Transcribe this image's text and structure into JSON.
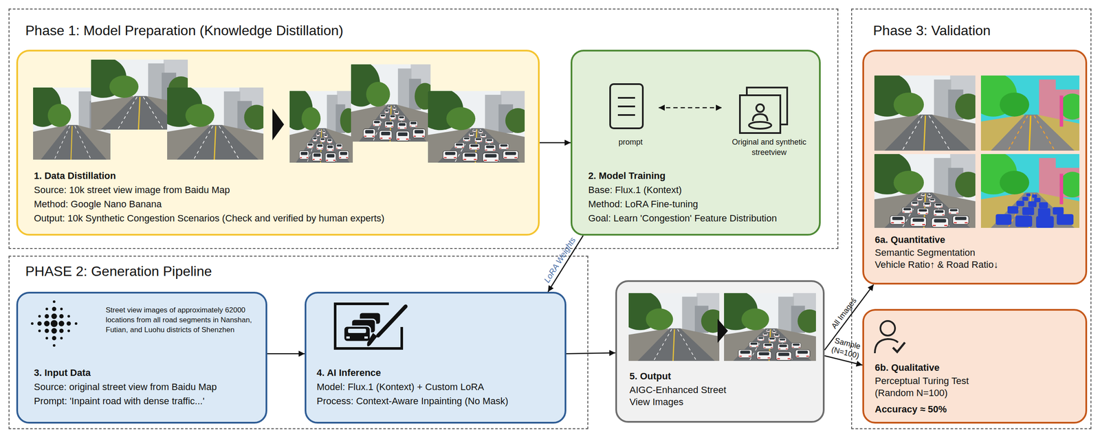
{
  "diagram": {
    "nodes": [
      {
        "text": [
          "Phase 1: Model Preparation (Knowledge Distillation)"
        ]
      },
      {
        "text": [
          "1. Data Distillation",
          "Source: 10k street view image from Baidu Map",
          "Method: Google Nano Banana",
          "Output: 10k Synthetic Congestion Scenarios (Check and verified by human experts)"
        ],
        "in": 0
      },
      {
        "text": [
          "2. Model Training",
          "Base: Flux.1 (Kontext)",
          "Method: LoRA Fine-tuning",
          "Goal: Learn 'Congestion' Feature Distribution"
        ],
        "in": 0
      },
      {
        "text": [
          "prompt"
        ],
        "in": 2
      },
      {
        "text": [
          "Original and synthetic streetview"
        ],
        "in": 2
      },
      {
        "text": [
          "PHASE 2: Generation Pipeline"
        ]
      },
      {
        "text": [
          "Street view images of approximately 62000 locations from all road segments in Nanshan, Futian, and Luohu districts of Shenzhen",
          "3. Input Data",
          "Source: original street view from Baidu Map",
          "Prompt: 'Inpaint road with dense traffic...'"
        ],
        "in": 5
      },
      {
        "text": [
          "4. AI Inference",
          "Model: Flux.1 (Kontext) + Custom LoRA",
          "Process: Context-Aware Inpainting (No Mask)"
        ],
        "in": 5
      },
      {
        "text": [
          "5. Output",
          "AIGC-Enhanced Street View Images"
        ]
      },
      {
        "text": [
          "Phase 3: Validation"
        ]
      },
      {
        "text": [
          "6a. Quantitative",
          "Semantic Segmentation",
          "Vehicle Ratio↑ & Road Ratio↓"
        ],
        "in": 9
      },
      {
        "text": [
          "6b. Qualitative",
          "Perceptual Turing Test (Random N=100)",
          "Accuracy ≈ 50%"
        ],
        "in": 9
      }
    ],
    "edges": [
      {
        "from": 1,
        "to": 2,
        "arrow": "to"
      },
      {
        "from": 3,
        "to": 4,
        "arrow": "both"
      },
      {
        "from": 2,
        "to": 7,
        "label": "LoRA Weights",
        "arrow": "to"
      },
      {
        "from": 6,
        "to": 7,
        "arrow": "to"
      },
      {
        "from": 7,
        "to": 8,
        "arrow": "to"
      },
      {
        "from": 8,
        "to": 10,
        "label": "All Images",
        "arrow": "to"
      },
      {
        "from": 8,
        "to": 11,
        "label": "Sample (N=100)",
        "arrow": "to"
      }
    ]
  }
}
